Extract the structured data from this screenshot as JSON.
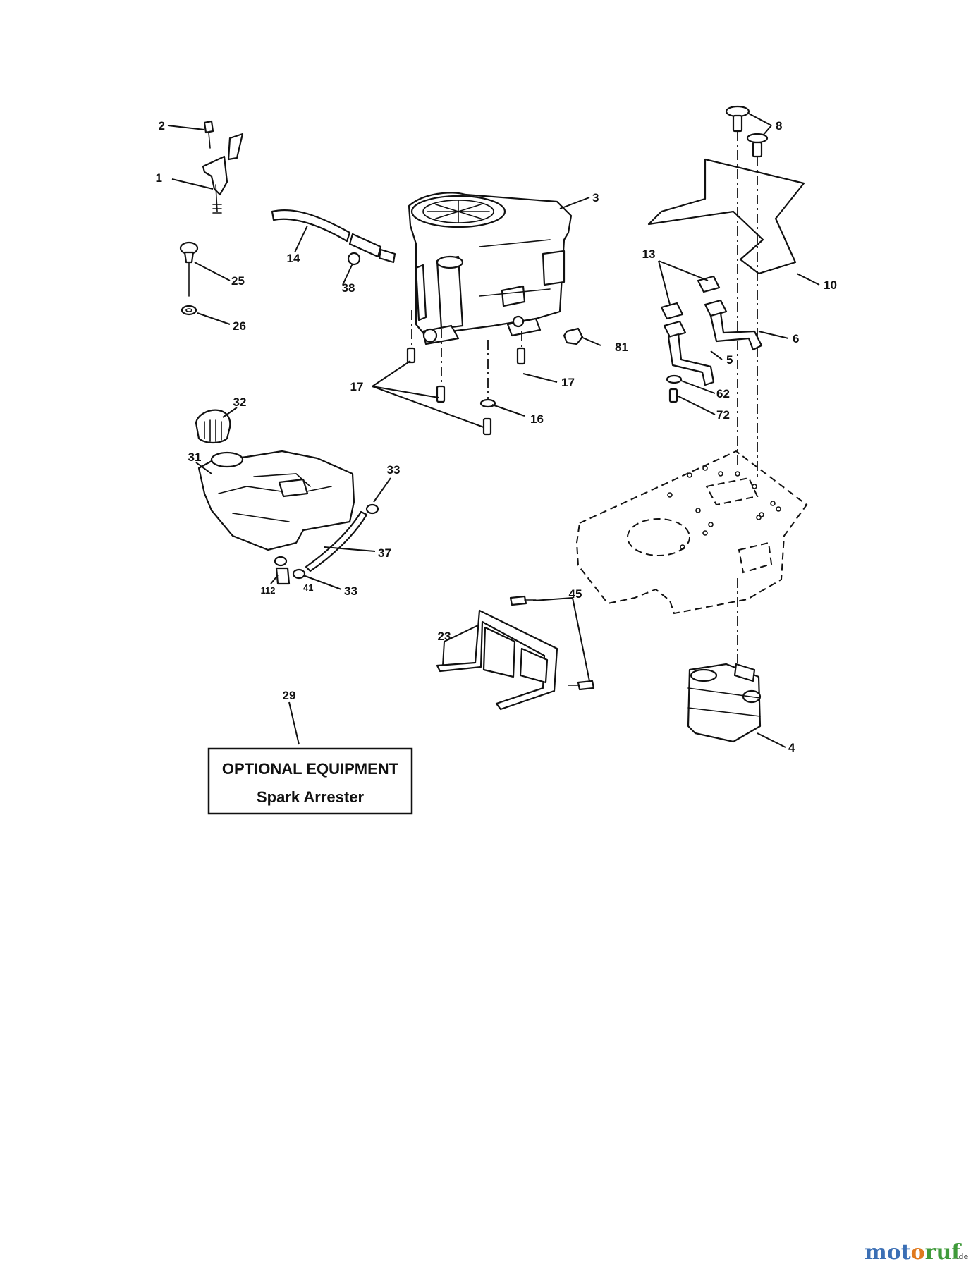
{
  "callouts": {
    "c1": "1",
    "c2": "2",
    "c3": "3",
    "c4": "4",
    "c5": "5",
    "c6": "6",
    "c8": "8",
    "c10": "10",
    "c13": "13",
    "c14": "14",
    "c16": "16",
    "c17a": "17",
    "c17b": "17",
    "c23": "23",
    "c25": "25",
    "c26": "26",
    "c29": "29",
    "c31": "31",
    "c32": "32",
    "c33a": "33",
    "c33b": "33",
    "c37": "37",
    "c38": "38",
    "c41": "41",
    "c45": "45",
    "c62": "62",
    "c72": "72",
    "c81": "81",
    "c112": "112"
  },
  "optional_box": {
    "title": "OPTIONAL EQUIPMENT",
    "subtitle": "Spark Arrester"
  },
  "watermark": {
    "brand_a": "mot",
    "brand_b": "o",
    "brand_c": "ruf",
    "suffix": ".de",
    "colors": {
      "a": "#3b6fb5",
      "b": "#e07a1f",
      "c": "#3f9a3a"
    }
  }
}
